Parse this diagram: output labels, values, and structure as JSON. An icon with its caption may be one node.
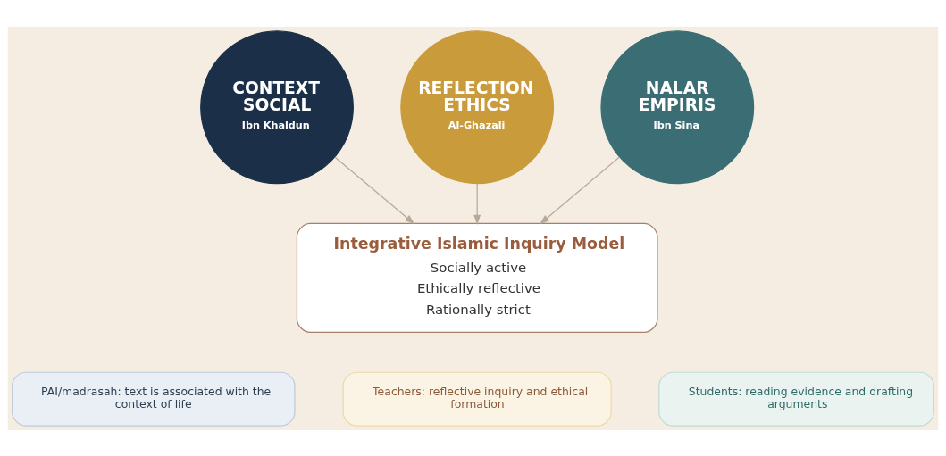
{
  "diagram": {
    "nodes": [
      {
        "text": [
          "CONTEXT SOCIAL",
          "Ibn Khaldun"
        ]
      },
      {
        "text": [
          "REFLECTION ETHICS",
          "Al-Ghazali"
        ]
      },
      {
        "text": [
          "NALAR EMPIRIS",
          "Ibn Sina"
        ]
      },
      {
        "text": [
          "Integrative Islamic Inquiry Model",
          "Socially active",
          "Ethically reflective",
          "Rationally strict"
        ]
      },
      {
        "text": [
          "PAI/madrasah: text is associated with the context of life"
        ]
      },
      {
        "text": [
          "Teachers: reflective inquiry and ethical formation"
        ]
      },
      {
        "text": [
          "Students: reading evidence and drafting arguments"
        ]
      }
    ],
    "edges": [
      {
        "from": 0,
        "to": 3,
        "arrow": "to"
      },
      {
        "from": 1,
        "to": 3,
        "arrow": "to"
      },
      {
        "from": 2,
        "to": 3,
        "arrow": "to"
      }
    ]
  }
}
